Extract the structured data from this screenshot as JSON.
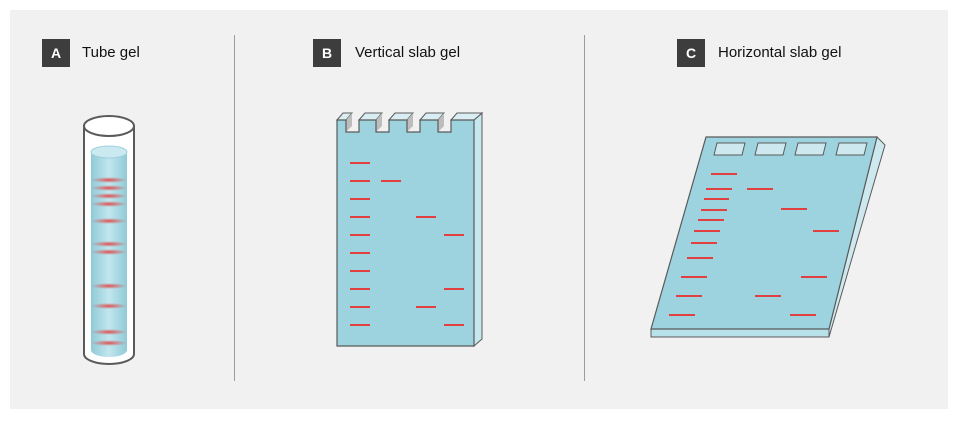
{
  "panels": [
    {
      "letter": "A",
      "title": "Tube gel"
    },
    {
      "letter": "B",
      "title": "Vertical slab gel"
    },
    {
      "letter": "C",
      "title": "Horizontal slab gel"
    }
  ],
  "colors": {
    "background": "#f1f1f1",
    "badge": "#3d3d3d",
    "gel_light": "#b7e0e8",
    "gel": "#9dd3de",
    "band": "#e0403f",
    "outline": "#5a5a5a"
  }
}
